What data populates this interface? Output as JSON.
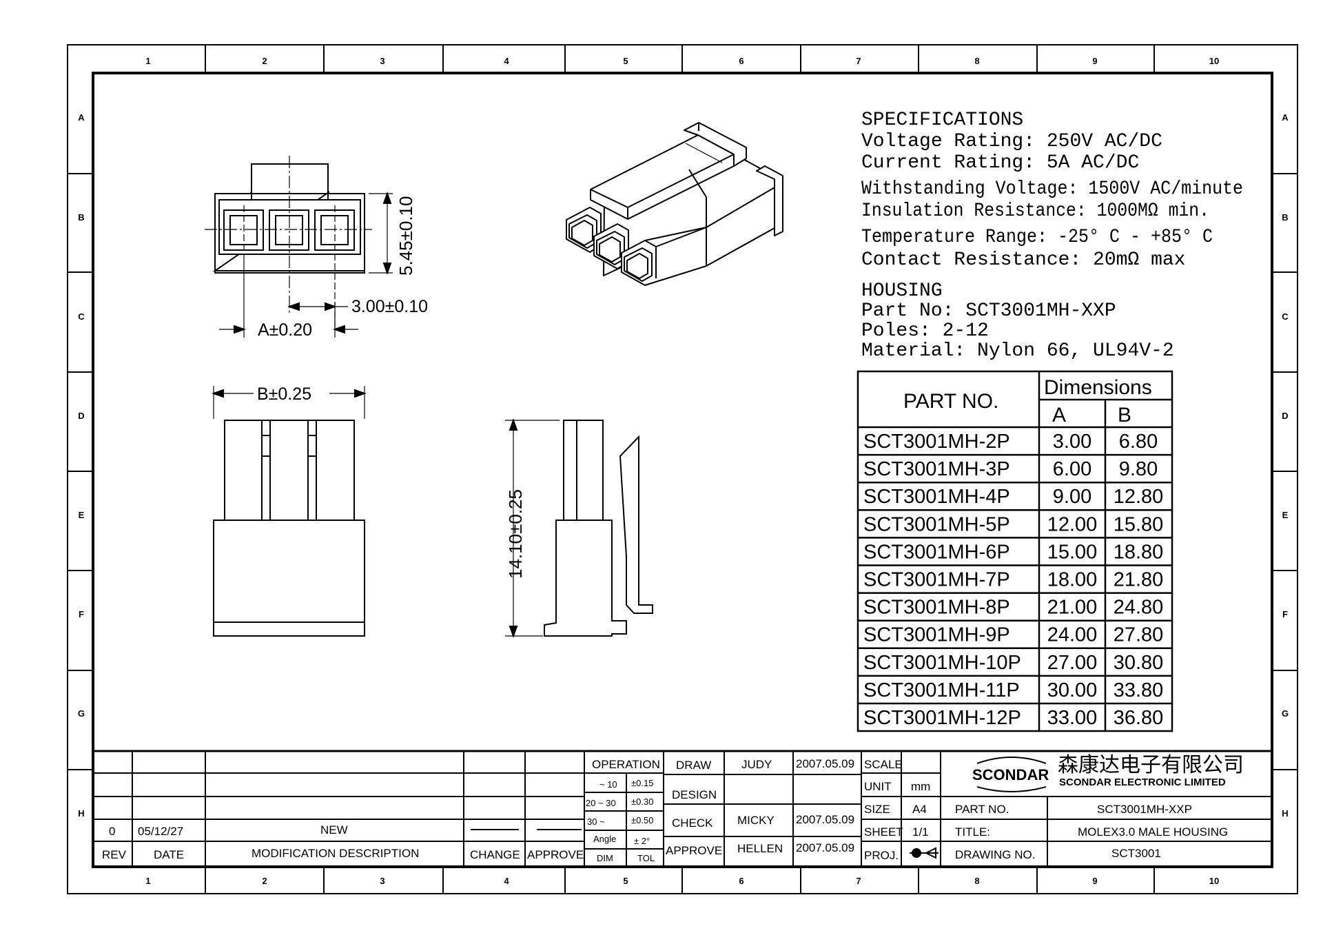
{
  "grid": {
    "cols": [
      "1",
      "2",
      "3",
      "4",
      "5",
      "6",
      "7",
      "8",
      "9",
      "10"
    ],
    "rows": [
      "A",
      "B",
      "C",
      "D",
      "E",
      "F",
      "G",
      "H"
    ]
  },
  "specifications": {
    "heading": "SPECIFICATIONS",
    "lines": [
      "Voltage Rating: 250V AC/DC",
      "Current Rating: 5A AC/DC",
      "Withstanding Voltage: 1500V AC/minute",
      "Insulation Resistance: 1000MΩ min.",
      "Temperature Range: -25° C - +85° C",
      "Contact Resistance: 20mΩ max"
    ]
  },
  "housing": {
    "heading": "HOUSING",
    "lines": [
      "Part No:  SCT3001MH-XXP",
      "Poles: 2-12",
      "Material: Nylon 66, UL94V-2"
    ]
  },
  "dimensions_table": {
    "part_no_header": "PART NO.",
    "dimensions_header": "Dimensions",
    "col_a": "A",
    "col_b": "B",
    "rows": [
      {
        "part": "SCT3001MH-2P",
        "a": "3.00",
        "b": "6.80"
      },
      {
        "part": "SCT3001MH-3P",
        "a": "6.00",
        "b": "9.80"
      },
      {
        "part": "SCT3001MH-4P",
        "a": "9.00",
        "b": "12.80"
      },
      {
        "part": "SCT3001MH-5P",
        "a": "12.00",
        "b": "15.80"
      },
      {
        "part": "SCT3001MH-6P",
        "a": "15.00",
        "b": "18.80"
      },
      {
        "part": "SCT3001MH-7P",
        "a": "18.00",
        "b": "21.80"
      },
      {
        "part": "SCT3001MH-8P",
        "a": "21.00",
        "b": "24.80"
      },
      {
        "part": "SCT3001MH-9P",
        "a": "24.00",
        "b": "27.80"
      },
      {
        "part": "SCT3001MH-10P",
        "a": "27.00",
        "b": "30.80"
      },
      {
        "part": "SCT3001MH-11P",
        "a": "30.00",
        "b": "33.80"
      },
      {
        "part": "SCT3001MH-12P",
        "a": "33.00",
        "b": "36.80"
      }
    ]
  },
  "dims": {
    "height": "5.45±0.10",
    "pitch": "3.00±0.10",
    "a": "A±0.20",
    "b": "B±0.25",
    "length": "14.10±0.25"
  },
  "revision": {
    "rev": "0",
    "date": "05/12/27",
    "description": "NEW",
    "rev_label": "REV",
    "date_label": "DATE",
    "desc_label": "MODIFICATION  DESCRIPTION",
    "change_label": "CHANGE",
    "approve_label": "APPROVE"
  },
  "tolerance": {
    "operation": "OPERATION",
    "r1": "~ 10",
    "t1": "±0.15",
    "r2": "20 ~ 30",
    "t2": "±0.30",
    "r3": "30 ~",
    "t3": "±0.50",
    "angle": "Angle",
    "angle_tol": "± 2°",
    "dim": "DIM",
    "tol": "TOL"
  },
  "signoff": {
    "draw": "DRAW",
    "draw_name": "JUDY",
    "draw_date": "2007.05.09",
    "design": "DESIGN",
    "check": "CHECK",
    "check_name": "MICKY",
    "check_date": "2007.05.09",
    "approve": "APPROVE",
    "approve_name": "HELLEN",
    "approve_date": "2007.05.09"
  },
  "info": {
    "scale": "SCALE",
    "unit": "UNIT",
    "unit_val": "mm",
    "size": "SIZE",
    "size_val": "A4",
    "sheet": "SHEET",
    "sheet_val": "1/1",
    "proj": "PROJ."
  },
  "company": {
    "logo": "SCONDAR",
    "name_cn": "森康达电子有限公司",
    "name_en": "SCONDAR  ELECTRONIC  LIMITED"
  },
  "title_block": {
    "part_no_label": "PART  NO.",
    "part_no": "SCT3001MH-XXP",
    "title_label": "TITLE:",
    "title": "MOLEX3.0  MALE  HOUSING",
    "drawing_no_label": "DRAWING  NO.",
    "drawing_no": "SCT3001"
  }
}
